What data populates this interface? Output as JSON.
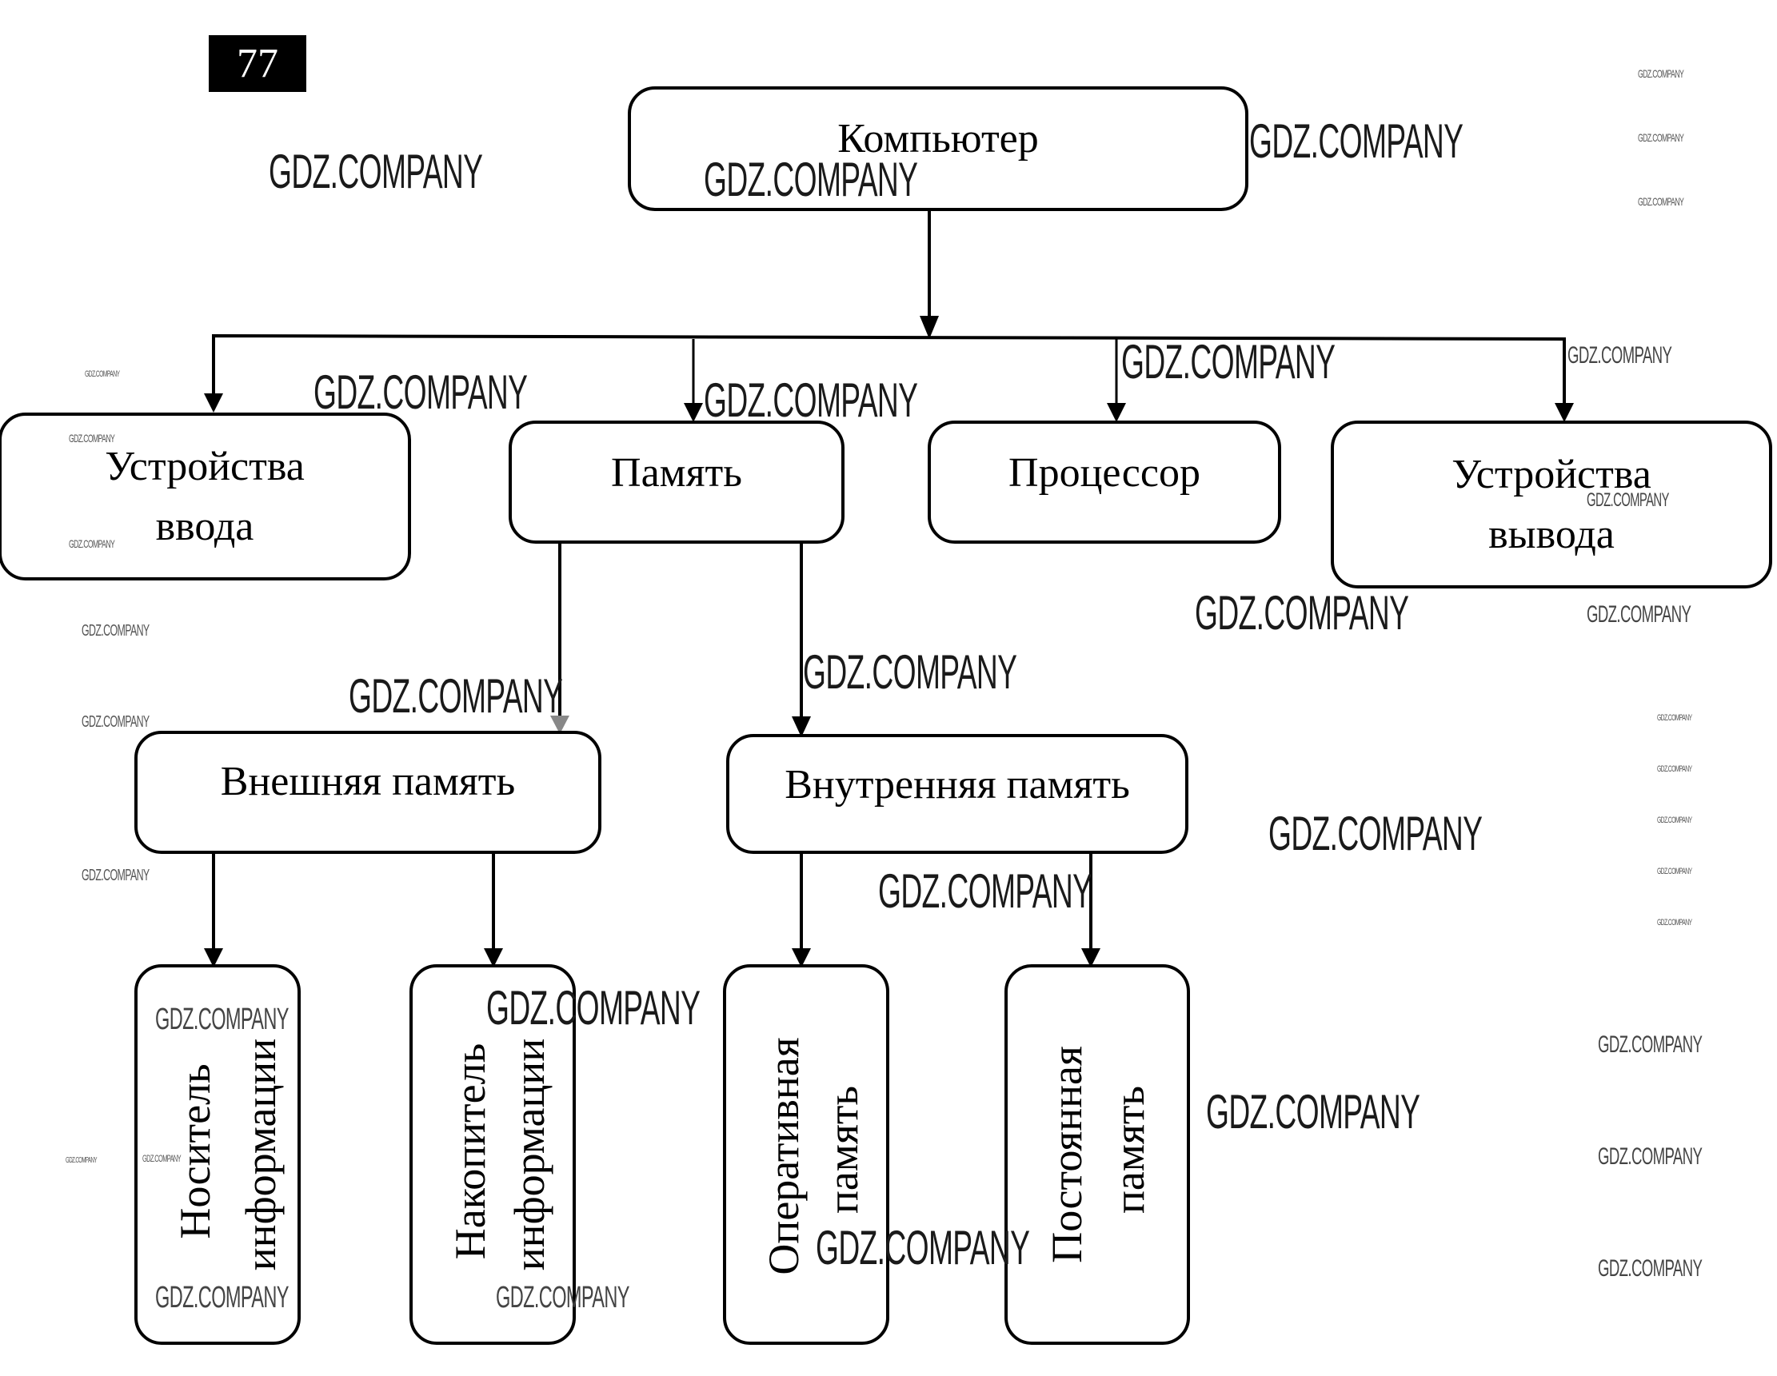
{
  "page_number": "77",
  "diagram": {
    "root": "Компьютер",
    "level1": [
      {
        "id": "input",
        "lines": [
          "Устройства",
          "ввода"
        ]
      },
      {
        "id": "memory",
        "lines": [
          "Память"
        ]
      },
      {
        "id": "processor",
        "lines": [
          "Процессор"
        ]
      },
      {
        "id": "output",
        "lines": [
          "Устройства",
          "вывода"
        ]
      }
    ],
    "level2": [
      {
        "id": "external",
        "label": "Внешняя память",
        "parent": "memory"
      },
      {
        "id": "internal",
        "label": "Внутренняя память",
        "parent": "memory"
      }
    ],
    "level3": [
      {
        "id": "carrier",
        "lines": [
          "Носитель",
          "информации"
        ],
        "parent": "external"
      },
      {
        "id": "storage",
        "lines": [
          "Накопитель",
          "информации"
        ],
        "parent": "external"
      },
      {
        "id": "ram",
        "lines": [
          "Оперативная",
          "память"
        ],
        "parent": "internal"
      },
      {
        "id": "rom",
        "lines": [
          "Постоянная",
          "память"
        ],
        "parent": "internal"
      }
    ],
    "edges": [
      [
        "root",
        "input"
      ],
      [
        "root",
        "memory"
      ],
      [
        "root",
        "processor"
      ],
      [
        "root",
        "output"
      ],
      [
        "memory",
        "external"
      ],
      [
        "memory",
        "internal"
      ],
      [
        "external",
        "carrier"
      ],
      [
        "external",
        "storage"
      ],
      [
        "internal",
        "ram"
      ],
      [
        "internal",
        "rom"
      ]
    ]
  },
  "watermark": "GDZ.COMPANY"
}
